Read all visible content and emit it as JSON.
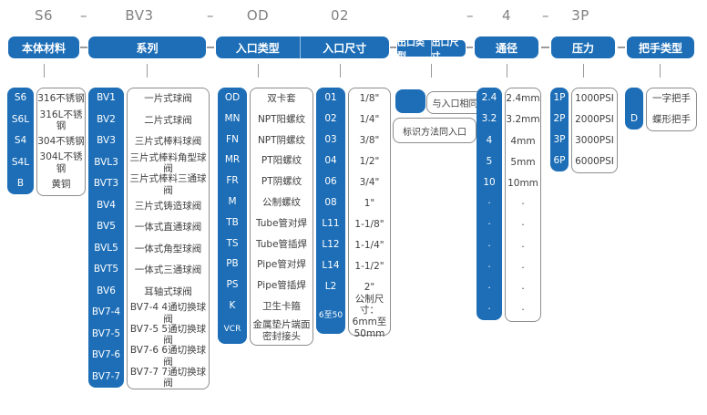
{
  "accent_color": "#1d6eb7",
  "model_code": [
    "S6",
    "–",
    "BV3",
    "–",
    "OD",
    "02",
    "–",
    "4",
    "–",
    "3P"
  ],
  "headers": {
    "material": "本体材料",
    "series": "系列",
    "inlet_type": "入口类型",
    "inlet_size": "入口尺寸",
    "outlet_type": "出口类型",
    "outlet_size": "出口尺寸",
    "bore": "通径",
    "pressure": "压力",
    "handle": "把手类型"
  },
  "material": {
    "codes": [
      "S6",
      "S6L",
      "S4",
      "S4L",
      "B"
    ],
    "descs": [
      "316不锈钢",
      "316L不锈钢",
      "304不锈钢",
      "304L不锈钢",
      "黄铜"
    ]
  },
  "series": {
    "codes": [
      "BV1",
      "BV2",
      "BV3",
      "BVL3",
      "BVT3",
      "BV4",
      "BV5",
      "BVL5",
      "BVT5",
      "BV6",
      "BV7-4",
      "BV7-5",
      "BV7-6",
      "BV7-7"
    ],
    "descs": [
      "一片式球阀",
      "二片式球阀",
      "三片式棒料球阀",
      "三片式棒料角型球阀",
      "三片式棒料三通球阀",
      "三片式铸造球阀",
      "一体式直通球阀",
      "一体式角型球阀",
      "一体式三通球阀",
      "耳轴式球阀",
      "BV7-4 4通切换球阀",
      "BV7-5 5通切换球阀",
      "BV7-6 6通切换球阀",
      "BV7-7 7通切换球阀"
    ]
  },
  "inlet_type": {
    "codes": [
      "OD",
      "MN",
      "FN",
      "MR",
      "FR",
      "M",
      "TB",
      "TS",
      "PB",
      "PS",
      "K",
      "VCR"
    ],
    "descs": [
      "双卡套",
      "NPT阳螺纹",
      "NPT阴螺纹",
      "PT阳螺纹",
      "PT阴螺纹",
      "公制螺纹",
      "Tube管对焊",
      "Tube管插焊",
      "Pipe管对焊",
      "Pipe管插焊",
      "卫生卡箍",
      "金属垫片端面\n密封接头"
    ]
  },
  "inlet_size": {
    "codes": [
      "01",
      "02",
      "03",
      "04",
      "06",
      "08",
      "L11",
      "L12",
      "L14",
      "L2",
      "6至50"
    ],
    "descs": [
      "1/8\"",
      "1/4\"",
      "3/8\"",
      "1/2\"",
      "3/4\"",
      "1\"",
      "1-1/8\"",
      "1-1/4\"",
      "1-1/2\"",
      "2\"",
      "公制尺寸：\n6mm至50mm"
    ]
  },
  "outlet_notes": {
    "same_as_inlet": "与入口相同",
    "marking": "标识方法同入口"
  },
  "bore": {
    "codes": [
      "2.4",
      "3.2",
      "4",
      "5",
      "10",
      "·",
      "·",
      "·",
      "·",
      "·",
      "·"
    ],
    "descs": [
      "2.4mm",
      "3.2mm",
      "4mm",
      "5mm",
      "10mm",
      "·",
      "·",
      "·",
      "·",
      "·",
      "·"
    ]
  },
  "pressure": {
    "codes": [
      "1P",
      "2P",
      "3P",
      "6P"
    ],
    "descs": [
      "1000PSI",
      "2000PSI",
      "3000PSI",
      "6000PSI"
    ]
  },
  "handle": {
    "codes": [
      "",
      "D"
    ],
    "descs": [
      "一字把手",
      "蝶形把手"
    ]
  }
}
